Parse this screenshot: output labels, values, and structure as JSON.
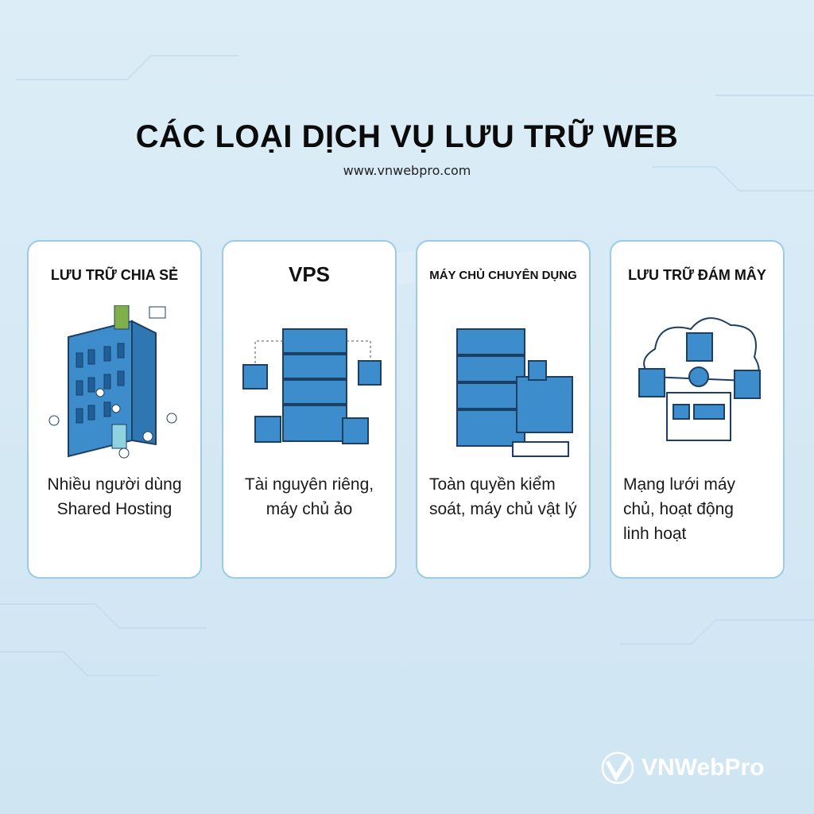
{
  "header": {
    "title": "CÁC LOẠI DỊCH VỤ LƯU TRỮ WEB",
    "url": "www.vnwebpro.com"
  },
  "cards": [
    {
      "title": "LƯU TRỮ CHIA SẺ",
      "line1": "Nhiều người dùng",
      "line2": "Shared Hosting",
      "icon": "building-users-icon"
    },
    {
      "title": "VPS",
      "line1": "Tài nguyên riêng,",
      "line2": "máy chủ ảo",
      "icon": "virtual-server-icon"
    },
    {
      "title": "MÁY CHỦ CHUYÊN DỤNG",
      "line1": "Toàn quyền kiểm",
      "line2": "soát, máy chủ vật lý",
      "icon": "dedicated-server-icon"
    },
    {
      "title": "LƯU TRỮ ĐÁM MÂY",
      "line1": "Mạng lưới máy",
      "line2": "chủ, hoạt động",
      "line3": "linh hoạt",
      "icon": "cloud-network-icon"
    }
  ],
  "brand": {
    "name": "VNWebPro"
  },
  "colors": {
    "accent": "#3d8ccc",
    "dark": "#1d3f63",
    "border": "#9ccbe6"
  }
}
